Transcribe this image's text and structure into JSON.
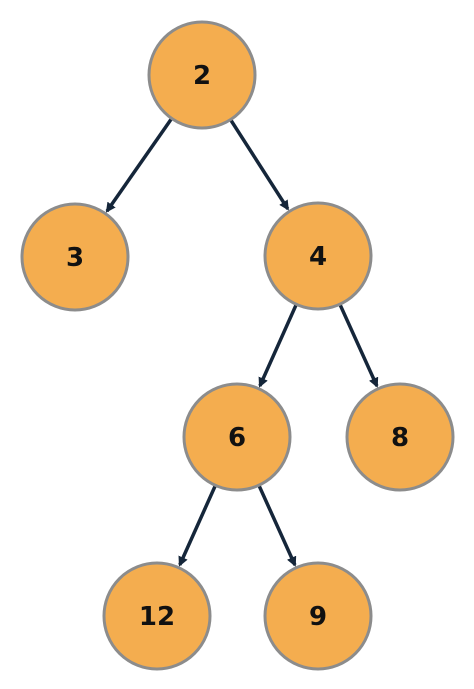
{
  "tree": {
    "nodes": [
      {
        "id": "n2",
        "label": "2"
      },
      {
        "id": "n3",
        "label": "3"
      },
      {
        "id": "n4",
        "label": "4"
      },
      {
        "id": "n6",
        "label": "6"
      },
      {
        "id": "n8",
        "label": "8"
      },
      {
        "id": "n12",
        "label": "12"
      },
      {
        "id": "n9",
        "label": "9"
      }
    ],
    "edges": [
      {
        "from": "n2",
        "to": "n3"
      },
      {
        "from": "n2",
        "to": "n4"
      },
      {
        "from": "n4",
        "to": "n6"
      },
      {
        "from": "n4",
        "to": "n8"
      },
      {
        "from": "n6",
        "to": "n12"
      },
      {
        "from": "n6",
        "to": "n9"
      }
    ]
  },
  "colors": {
    "node_fill": "#f4ad4f",
    "node_stroke": "#8c8c8c",
    "edge": "#15263a",
    "label": "#111111"
  }
}
